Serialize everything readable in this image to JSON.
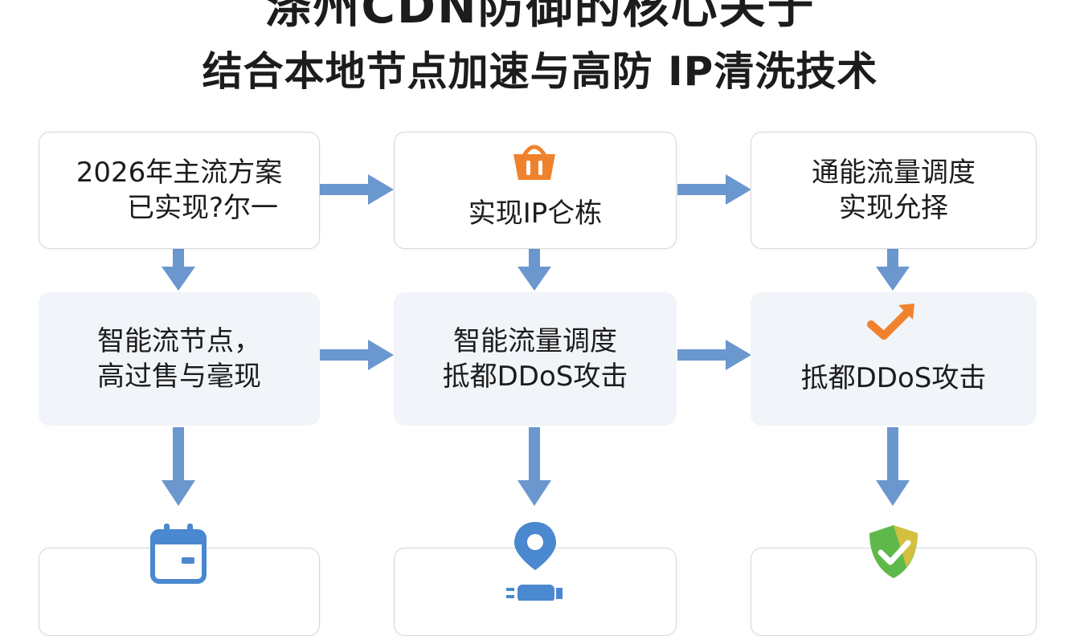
{
  "title": {
    "line1": "涤州CDN防御的核心关于",
    "line2": "结合本地节点加速与高防 IP清洗技术"
  },
  "nodes": [
    {
      "lines": [
        "2026年主流方案",
        "已实现?尔一"
      ]
    },
    {
      "lines": [
        "实现IP仑栋"
      ],
      "icon": "basket-icon"
    },
    {
      "lines": [
        "通能流量调度",
        "实现允择"
      ]
    },
    {
      "lines": [
        "智能流节点，",
        "高过售与毫现"
      ]
    },
    {
      "lines": [
        "智能流量调度",
        "抵都DDoS攻击"
      ]
    },
    {
      "lines": [
        "抵都DDoS攻击"
      ],
      "icon": "check-arrow-icon"
    }
  ],
  "bottom_icons": [
    "calendar-icon",
    "location-pin-icon",
    "shield-check-icon"
  ],
  "colors": {
    "arrow": "#6b97cf",
    "icon_orange": "#f0822e",
    "icon_blue": "#4a88cf",
    "icon_green": "#5fb94a"
  }
}
